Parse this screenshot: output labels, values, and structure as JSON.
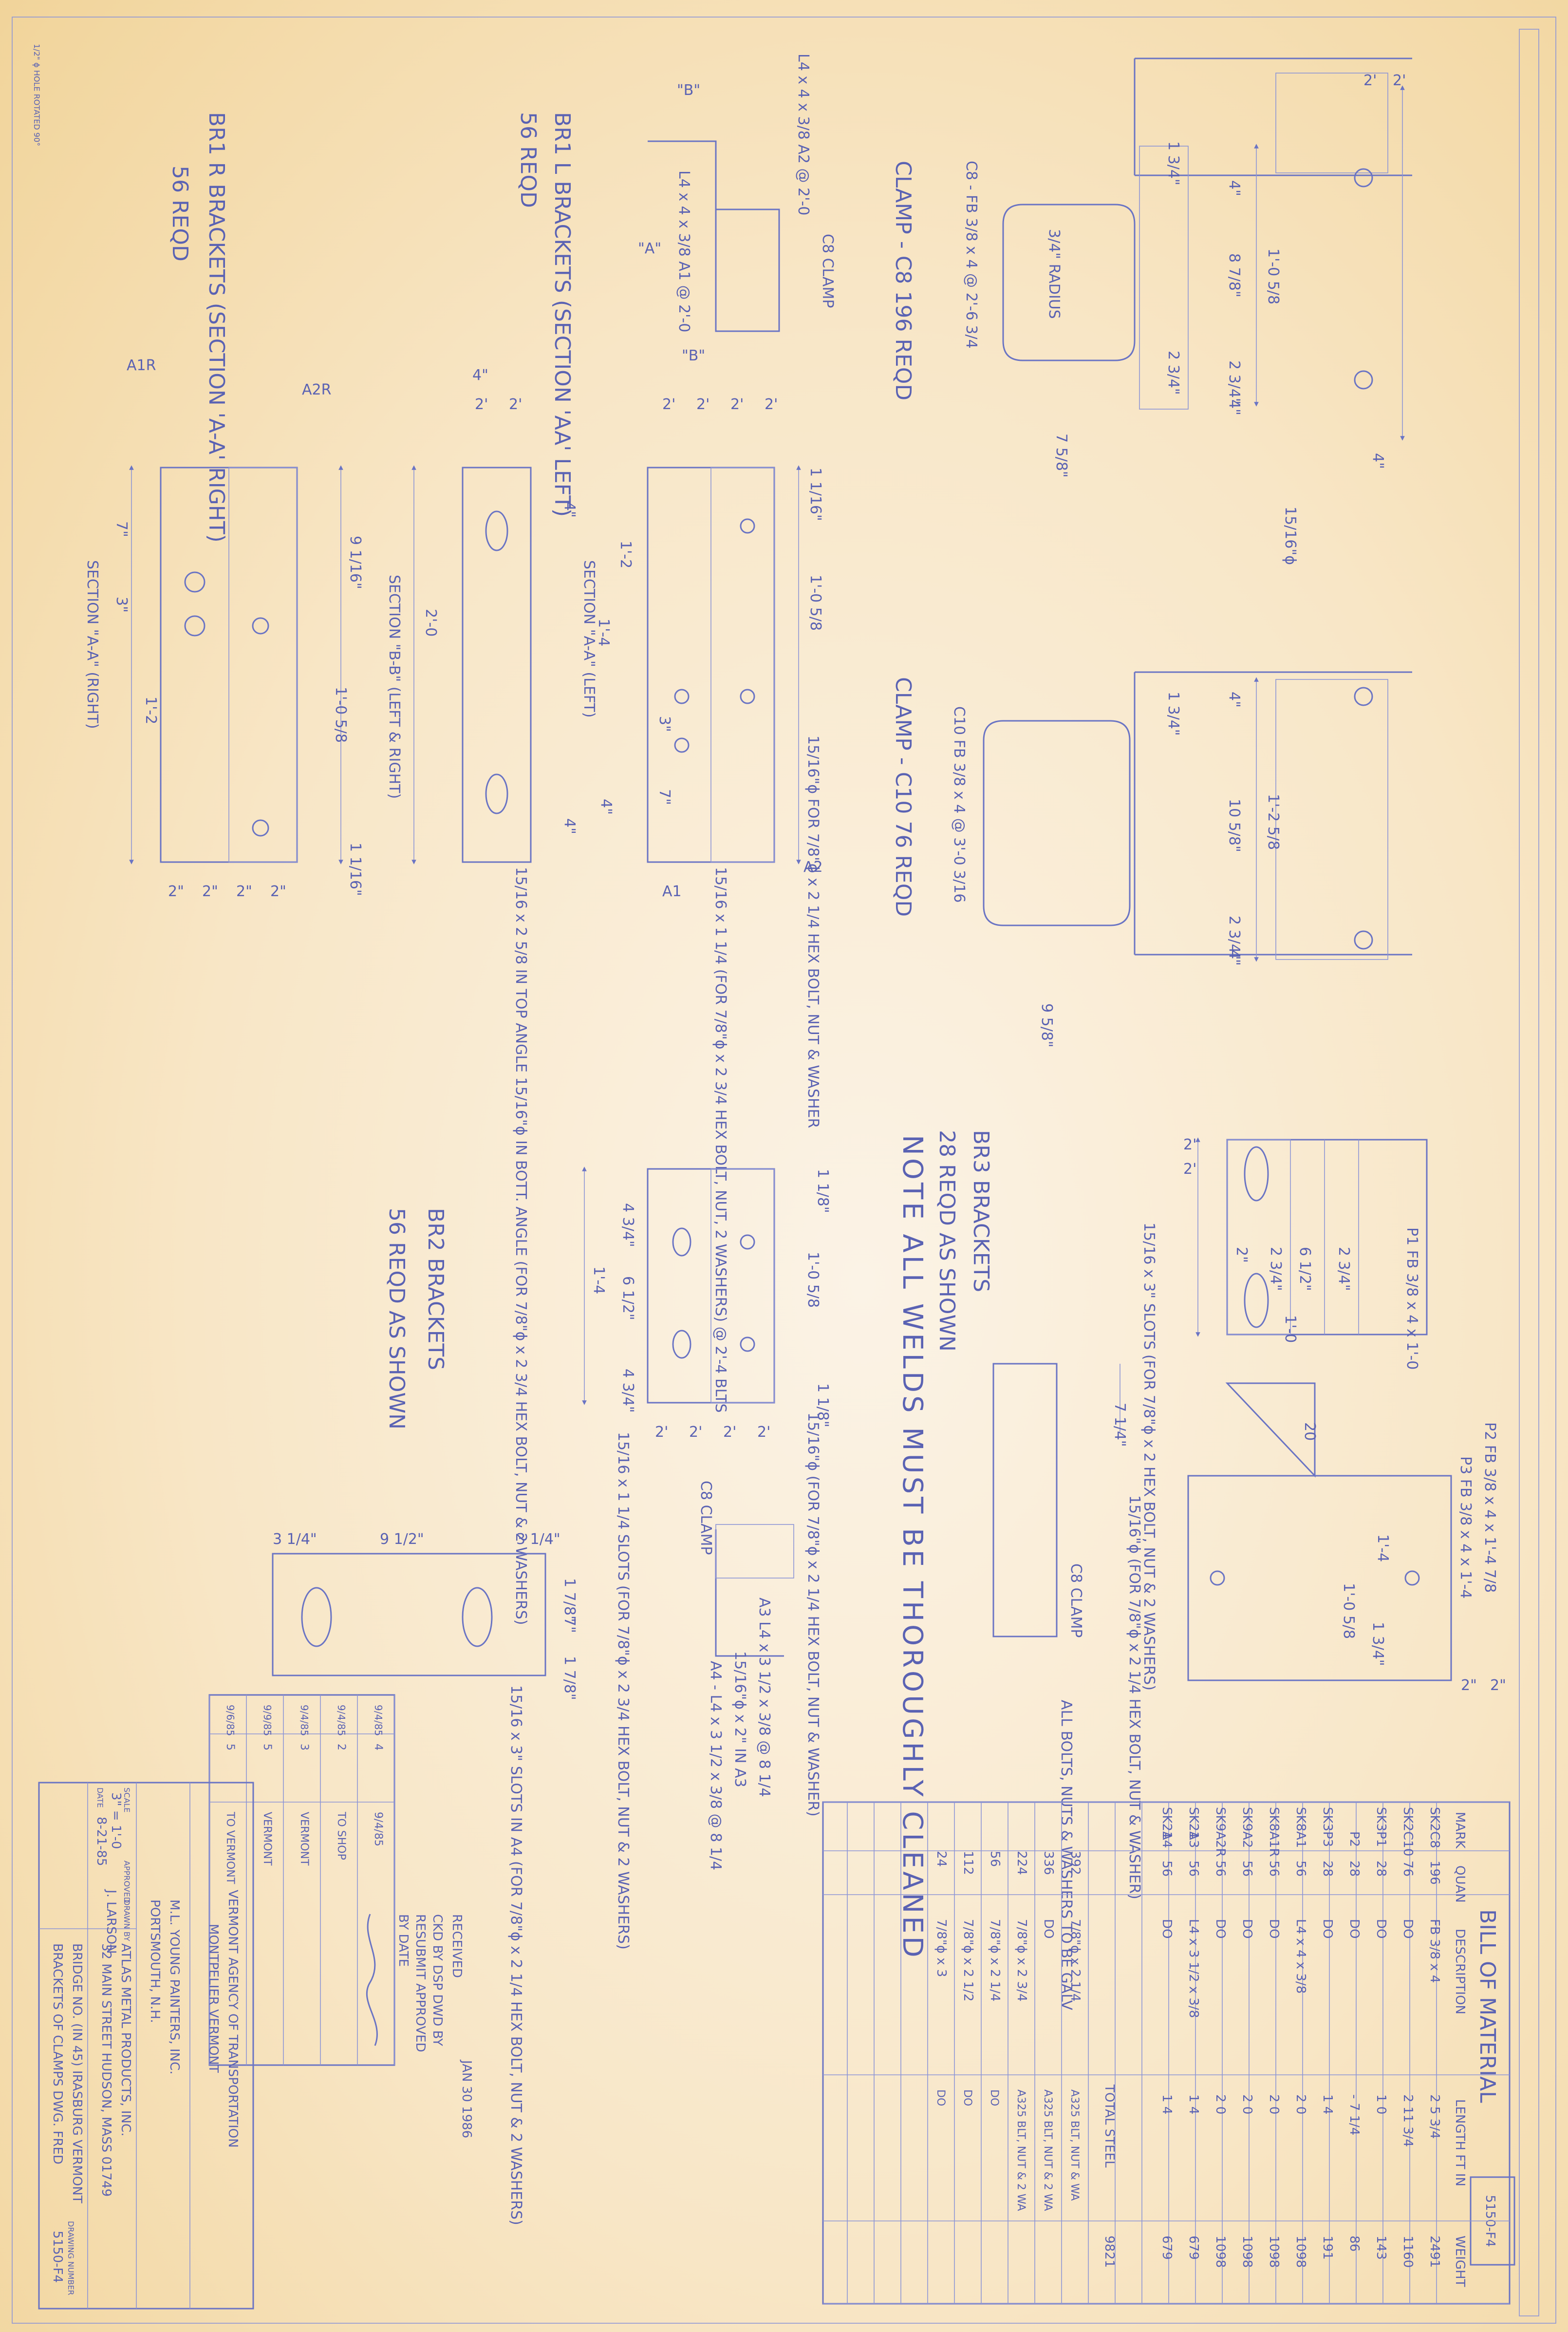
{
  "sheet": {
    "number": "5150-F4",
    "paper_color": "#f8e6c6",
    "ink_color": "#6a74c4",
    "lead_line": "1/2\" ϕ HOLE ROTATED 90°"
  },
  "clamp_c8": {
    "title": "CLAMP - C8 196 REQD",
    "plate": "C8 - FB 3/8 x 4 @ 2'-6 3/4",
    "radius": "3/4\" RADIUS",
    "dims": [
      "2'",
      "2'",
      "4\"",
      "8 7/8\"",
      "2 3/4\"",
      "4\"",
      "1'-0 5/8",
      "1 3/4\"",
      "2 3/4\"",
      "7 5/8\"",
      "15/16\"ϕ",
      "4\""
    ]
  },
  "clamp_c10": {
    "title": "CLAMP - C10 76 REQD",
    "plate": "C10 FB 3/8 x 4 @ 3'-0 3/16",
    "dims": [
      "4\"",
      "10 5/8\"",
      "1'-2 5/8",
      "2 3/4\"",
      "4\"",
      "1 3/4\"",
      "9 5/8\""
    ]
  },
  "section_aa_left": {
    "title": "SECTION \"A-A\" (LEFT)",
    "part": "C8 CLAMP",
    "angle_a2": "L4 x 4 x 3/8 A2 @ 2'-0",
    "angle_a1": "L4 x 4 x 3/8 A1 @ 2'-0",
    "bolts_note": "15/16\"ϕ FOR 7/8\"ϕ x 2 1/4 HEX BOLT, NUT & WASHER",
    "slot_note": "15/16 x 1 1/4 (FOR 7/8\"ϕ x 2 3/4 HEX BOLT, NUT, 2 WASHERS) @ 2'-4 BLTS",
    "dims": [
      "1'-2",
      "1'-4",
      "3\"",
      "7\"",
      "1 1/16\"",
      "1'-0 5/8",
      "2'",
      "2'",
      "2'",
      "2'",
      "4\""
    ],
    "labels": [
      "A1",
      "A2",
      "\"B\"",
      "\"B\"",
      "\"A\""
    ]
  },
  "br1_left": {
    "title": "BR1 L BRACKETS (SECTION 'AA' LEFT)",
    "qty": "56 REQD",
    "section": "SECTION \"B-B\" (LEFT & RIGHT)",
    "slot_note": "15/16 x 2 5/8 IN TOP ANGLE 15/16\"ϕ IN BOTT. ANGLE (FOR 7/8\"ϕ x 2 3/4 HEX BOLT, NUT & 2 WASHERS)",
    "dims": [
      "4\"",
      "2'",
      "2'",
      "4\"",
      "2'-0",
      "4\""
    ]
  },
  "br1_right": {
    "title": "BR1 R BRACKETS (SECTION 'A-A' RIGHT)",
    "qty": "56 REQD",
    "section": "SECTION \"A-A\" (RIGHT)",
    "labels": [
      "A1R",
      "A2R"
    ],
    "dims": [
      "7\"",
      "3\"",
      "9 1/16\"",
      "1'-0 5/8",
      "1'-2",
      "1 1/16\"",
      "2\"",
      "2\"",
      "2\"",
      "2\""
    ]
  },
  "br2": {
    "title": "BR2 BRACKETS",
    "qty": "56 REQD AS SHOWN",
    "dims": [
      "4 3/4\"",
      "6 1/2\"",
      "4 3/4\"",
      "1'-4",
      "1 1/8\"",
      "1'-0 5/8",
      "1 1/8\"",
      "2'",
      "2'",
      "2'",
      "2'"
    ],
    "slot_note": "15/16 x 1 1/4 SLOTS (FOR 7/8\"ϕ x 2 3/4 HEX BOLT, NUT & 2 WASHERS)",
    "hole_note": "15/16\"ϕ (FOR 7/8\"ϕ x 2 1/4 HEX BOLT, NUT & WASHER)",
    "c8": "C8 CLAMP"
  },
  "a3_a4": {
    "a3": "A3 L4 x 3 1/2 x 3/8 @ 8 1/4",
    "a4": "A4 - L4 x 3 1/2 x 3/8 @ 8 1/4",
    "hole": "15/16\"ϕ x 2\" IN A3",
    "slots": "15/16 x 3\" SLOTS IN A4 (FOR 7/8\"ϕ x 2 1/4 HEX BOLT, NUT & 2 WASHERS)",
    "dims": [
      "3 1/4\"",
      "9 1/2\"",
      "3 1/4\"",
      "1 7/8\"",
      "7\"",
      "1 7/8\""
    ]
  },
  "br3": {
    "title": "BR3 BRACKETS",
    "qty": "28 REQD AS SHOWN",
    "p1": "P1 FB 3/8 x 4 x 1'-0",
    "p2": "P2 FB 3/8 x 4 x 1'-4 7/8",
    "p3": "P3 FB 3/8 x 4 x 1'-4",
    "slots": "15/16 x 3\" SLOTS (FOR 7/8\"ϕ x 2 HEX BOLT, NUT & 2 WASHERS)",
    "hole": "15/16\"ϕ (FOR 7/8\"ϕ x 2 1/4 HEX BOLT, NUT & WASHER)",
    "c8": "C8 CLAMP",
    "dims": [
      "2'",
      "2'",
      "2\"",
      "2 3/4\"",
      "6 1/2\"",
      "2 3/4\"",
      "1'-0",
      "1'-4",
      "1'-0 5/8",
      "2\"",
      "2\"",
      "1 3/4\"",
      "7 1/4\"",
      "20"
    ]
  },
  "note": "NOTE ALL WELDS MUST BE THOROUGHLY CLEANED",
  "galv_note": "ALL BOLTS, NUTS & WASHERS TO BE GALV",
  "bom": {
    "title": "BILL OF MATERIAL",
    "headers": [
      "MARK",
      "QUAN",
      "DESCRIPTION",
      "LENGTH FT IN",
      "WEIGHT"
    ],
    "rows": [
      [
        "SK2",
        "C8",
        "196",
        "FB 3/8 x 4",
        "2 5 3/4",
        "2491"
      ],
      [
        "SK2",
        "C10",
        "76",
        "DO",
        "2 11 3/4",
        "1160"
      ],
      [
        "SK3",
        "P1",
        "28",
        "DO",
        "1 0",
        "143"
      ],
      [
        "",
        "P2",
        "28",
        "DO",
        "- 7 1/4",
        "86"
      ],
      [
        "SK3",
        "P3",
        "28",
        "DO",
        "1 4",
        "191"
      ],
      [
        "SK8",
        "A1",
        "56",
        "L4 x 4 x 3/8",
        "2 0",
        "1098"
      ],
      [
        "SK8",
        "A1R",
        "56",
        "DO",
        "2 0",
        "1098"
      ],
      [
        "SK9",
        "A2",
        "56",
        "DO",
        "2 0",
        "1098"
      ],
      [
        "SK9",
        "A2R",
        "56",
        "DO",
        "2 0",
        "1098"
      ],
      [
        "SK21",
        "A3",
        "56",
        "L4 x 3 1/2 x 3/8",
        "1 4",
        "679"
      ],
      [
        "SK21",
        "A4",
        "56",
        "DO",
        "1 4",
        "679"
      ]
    ],
    "total_label": "TOTAL STEEL",
    "total": "9821",
    "bolts": [
      [
        "392",
        "7/8\"ϕ x 2 1/4",
        "A325 BLT, NUT & WA"
      ],
      [
        "336",
        "DO",
        "A325 BLT, NUT & 2 WA"
      ],
      [
        "224",
        "7/8\"ϕ x 2 3/4",
        "A325 BLT, NUT & 2 WA"
      ],
      [
        "56",
        "7/8\"ϕ x 2 1/4",
        "DO"
      ],
      [
        "112",
        "7/8\"ϕ x 2 1/2",
        "DO"
      ],
      [
        "24",
        "7/8\"ϕ x 3",
        "DO"
      ]
    ]
  },
  "stamp": {
    "received": "RECEIVED",
    "date": "JAN 30 1986",
    "line1": "CKD BY  DSP  DWD BY",
    "line2": "RESUBMIT  APPROVED",
    "line3": "BY  DATE"
  },
  "revisions": [
    [
      "4",
      "9/4/85",
      "9/4/85"
    ],
    [
      "2",
      "9/4/85",
      "TO SHOP"
    ],
    [
      "3",
      "9/4/85",
      "VERMONT"
    ],
    [
      "5",
      "9/9/85",
      "VERMONT"
    ],
    [
      "5",
      "9/6/85",
      "TO VERMONT"
    ]
  ],
  "title_block": {
    "agency": "VERMONT AGENCY OF TRANSPORTATION",
    "city": "MONTPELIER  VERMONT",
    "contractor": "M.L. YOUNG PAINTERS, INC.",
    "contractor_city": "PORTSMOUTH, N.H.",
    "fabricator": "ATLAS METAL PRODUCTS, INC.",
    "fab_addr": "32 MAIN STREET HUDSON, MASS 01749",
    "project": "BRIDGE NO. (IN 45)  IRASBURG VERMONT",
    "subtitle": "BRACKETS OF CLAMPS DWG. FRED",
    "scale_label": "SCALE",
    "scale": "3\" = 1'-0",
    "date_label": "DATE",
    "date": "8-21-85",
    "drawn_label": "DRAWN BY",
    "drawn": "J. LARSON",
    "approved_label": "APPROVED",
    "dwg_no_label": "DRAWING NUMBER",
    "dwg_no": "5150-F4"
  }
}
